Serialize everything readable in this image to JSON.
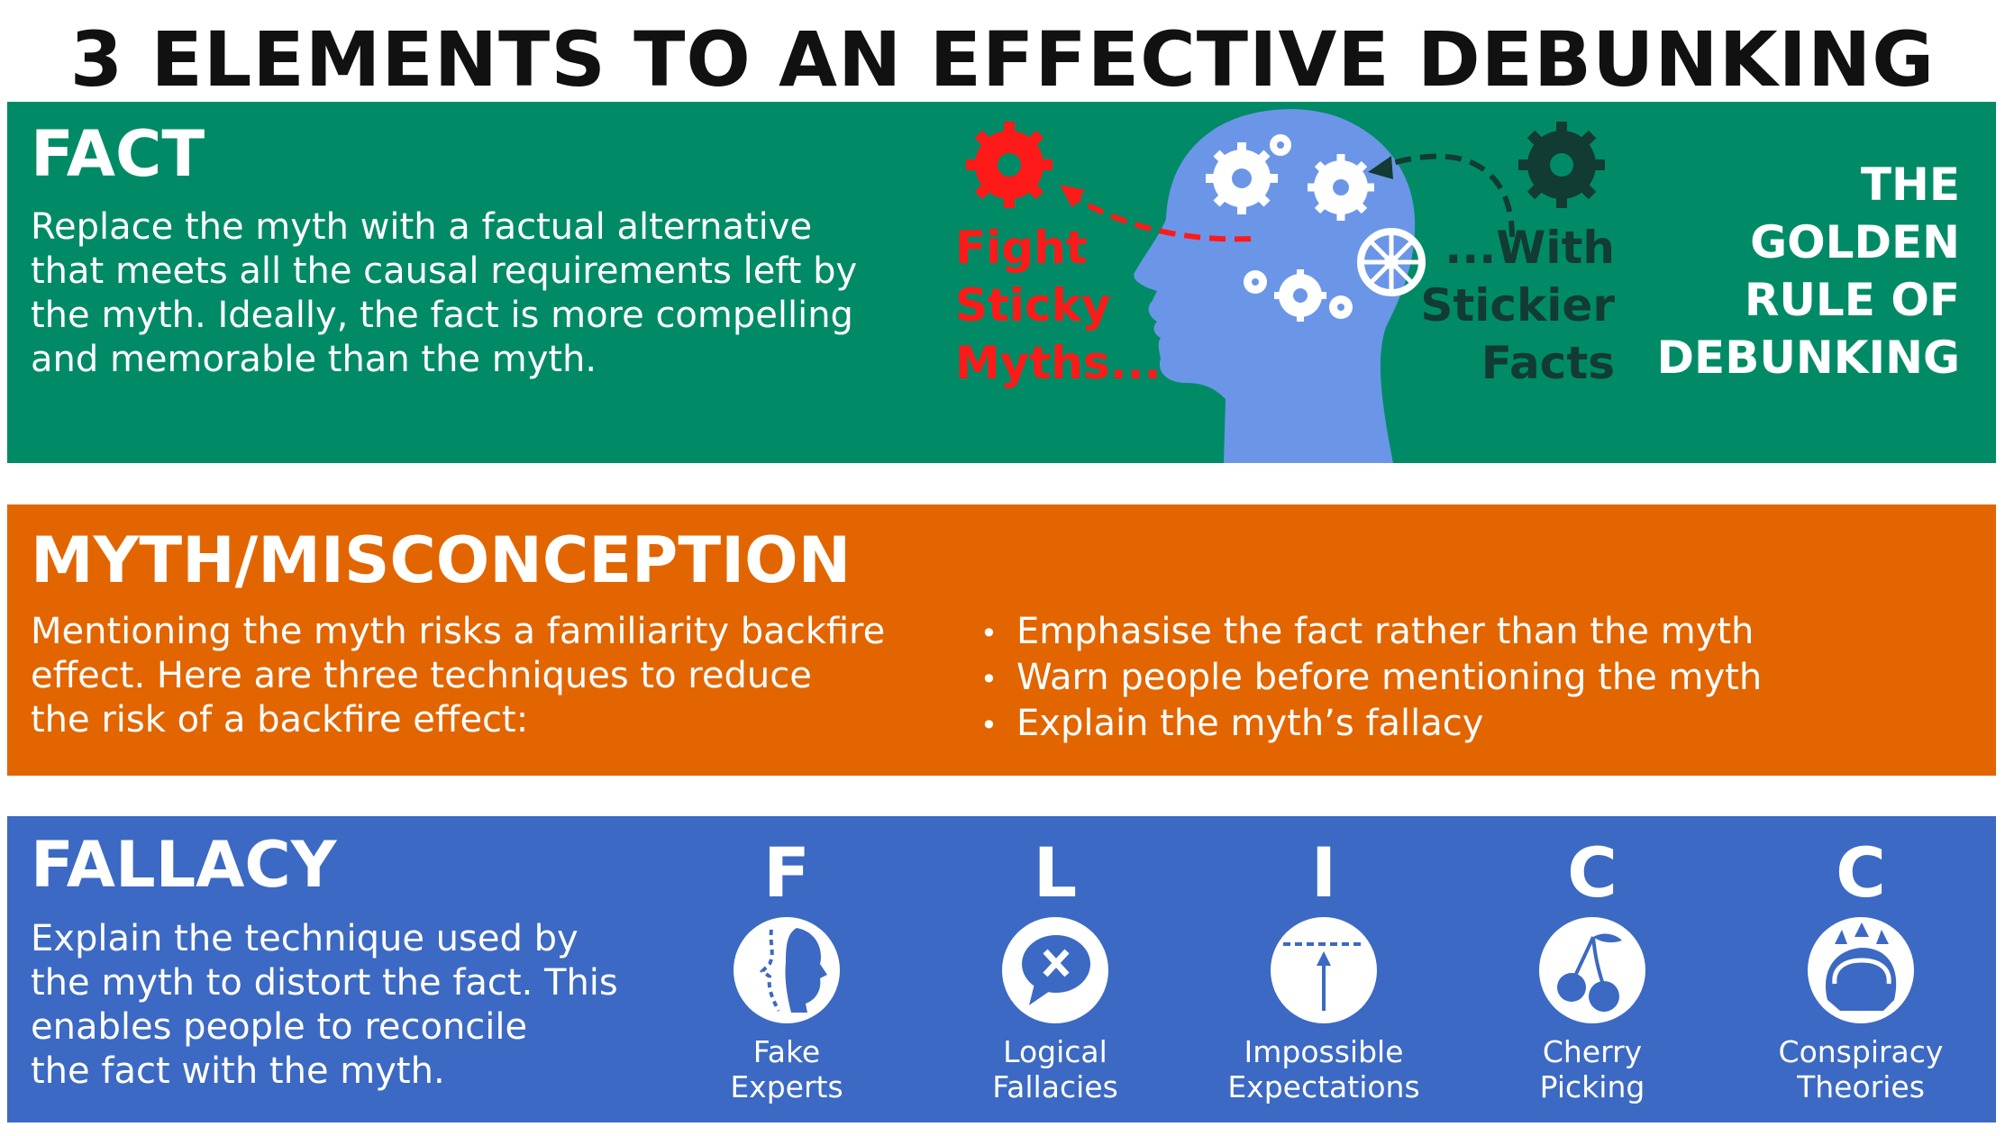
{
  "title": "3 ELEMENTS TO AN EFFECTIVE DEBUNKING",
  "colors": {
    "fact_band": "#008b66",
    "myth_band": "#e26500",
    "fallacy_band": "#3c69c3",
    "head": "#6b96e8",
    "myth_red": "#ff1a1a",
    "fact_dark": "#123b33"
  },
  "fact": {
    "heading": "FACT",
    "body_lines": [
      "Replace the myth with a factual alternative",
      "that meets all the causal requirements left by",
      "the myth. Ideally, the fact is more compelling",
      "and memorable than the myth."
    ],
    "myth_phrase": [
      "Fight",
      "Sticky",
      "Myths..."
    ],
    "fact_phrase": [
      "...With",
      "Stickier",
      "Facts"
    ],
    "golden_rule": [
      "THE",
      "GOLDEN",
      "RULE OF",
      "DEBUNKING"
    ]
  },
  "myth": {
    "heading": "MYTH/MISCONCEPTION",
    "body_lines": [
      "Mentioning the myth risks a familiarity backfire",
      "effect. Here are three techniques to reduce",
      "the risk of a backfire effect:"
    ],
    "bullets": [
      "Emphasise the fact rather than the myth",
      "Warn people before mentioning the myth",
      "Explain the myth’s fallacy"
    ]
  },
  "fallacy": {
    "heading": "FALLACY",
    "body_lines": [
      "Explain the technique used by",
      "the myth to distort the fact. This",
      "enables people to reconcile",
      "the fact with the myth."
    ],
    "flicc": [
      {
        "letter": "F",
        "label_lines": [
          "Fake",
          "Experts"
        ],
        "icon": "fake-experts-icon"
      },
      {
        "letter": "L",
        "label_lines": [
          "Logical",
          "Fallacies"
        ],
        "icon": "logical-fallacies-icon"
      },
      {
        "letter": "I",
        "label_lines": [
          "Impossible",
          "Expectations"
        ],
        "icon": "impossible-expectations-icon"
      },
      {
        "letter": "C",
        "label_lines": [
          "Cherry",
          "Picking"
        ],
        "icon": "cherry-picking-icon"
      },
      {
        "letter": "C",
        "label_lines": [
          "Conspiracy",
          "Theories"
        ],
        "icon": "conspiracy-theories-icon"
      }
    ]
  }
}
